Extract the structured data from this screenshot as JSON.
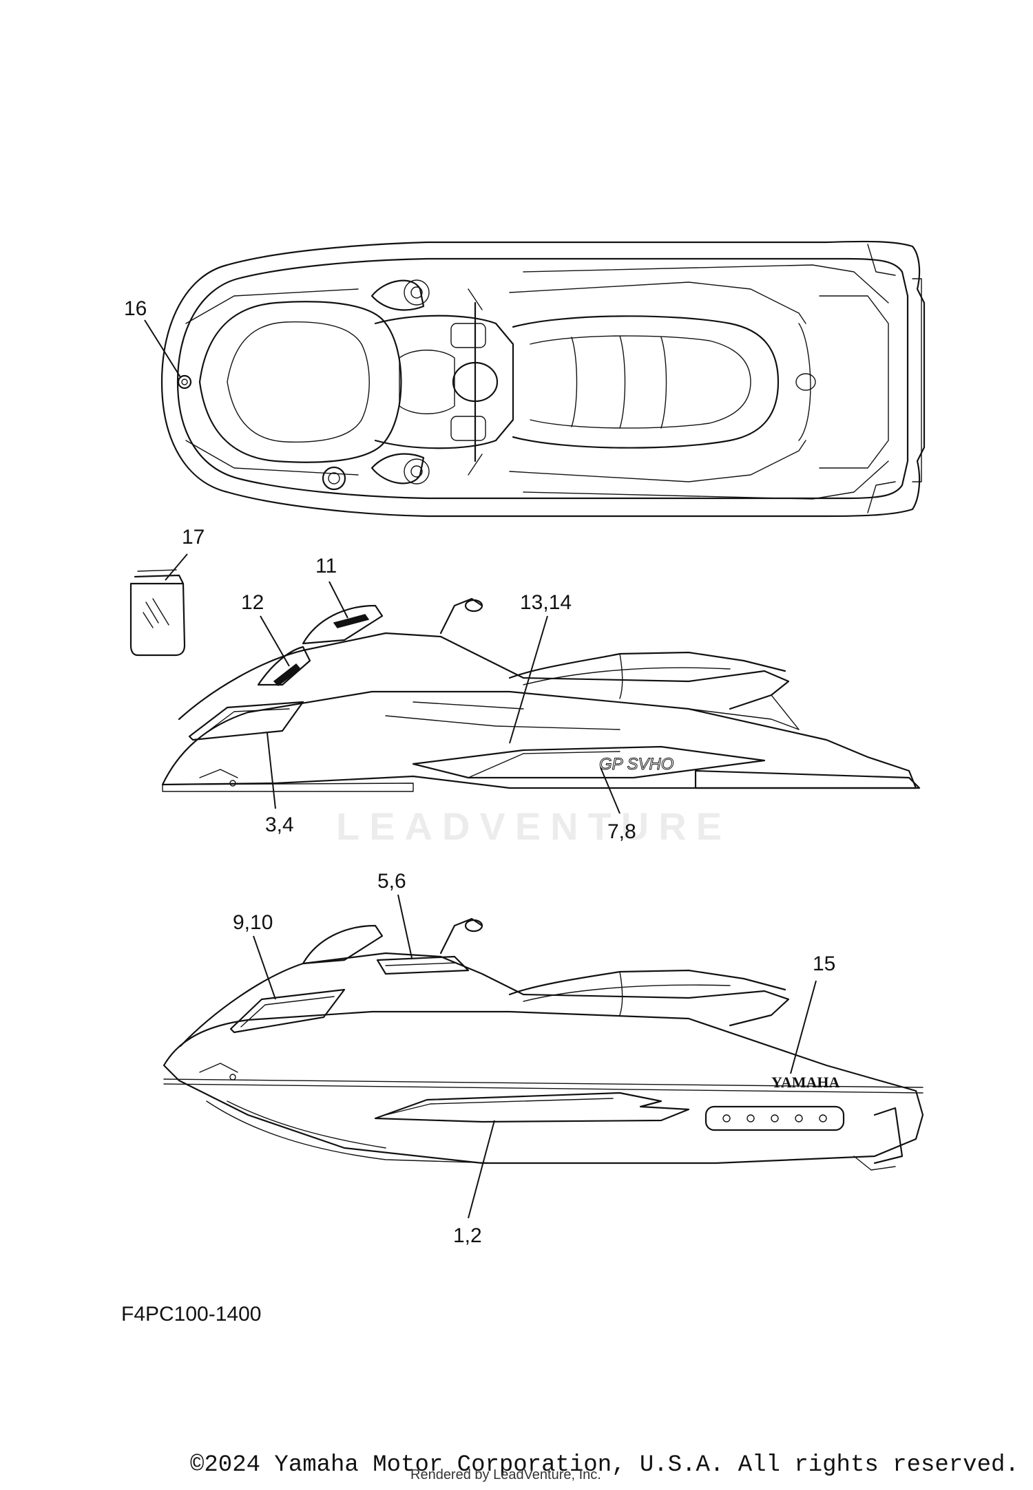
{
  "watermark": "LEADVENTURE",
  "diagram_id": "F4PC100-1400",
  "copyright": "©2024 Yamaha Motor Corporation, U.S.A. All rights reserved.",
  "rendered_by": "Rendered by LeadVenture, Inc.",
  "decal_text": {
    "brand": "YAMAHA",
    "model": "GP SVHO"
  },
  "callouts": {
    "c16": "16",
    "c17": "17",
    "c11": "11",
    "c12": "12",
    "c13_14": "13,14",
    "c3_4": "3,4",
    "c7_8": "7,8",
    "c5_6": "5,6",
    "c9_10": "9,10",
    "c15": "15",
    "c1_2": "1,2"
  }
}
